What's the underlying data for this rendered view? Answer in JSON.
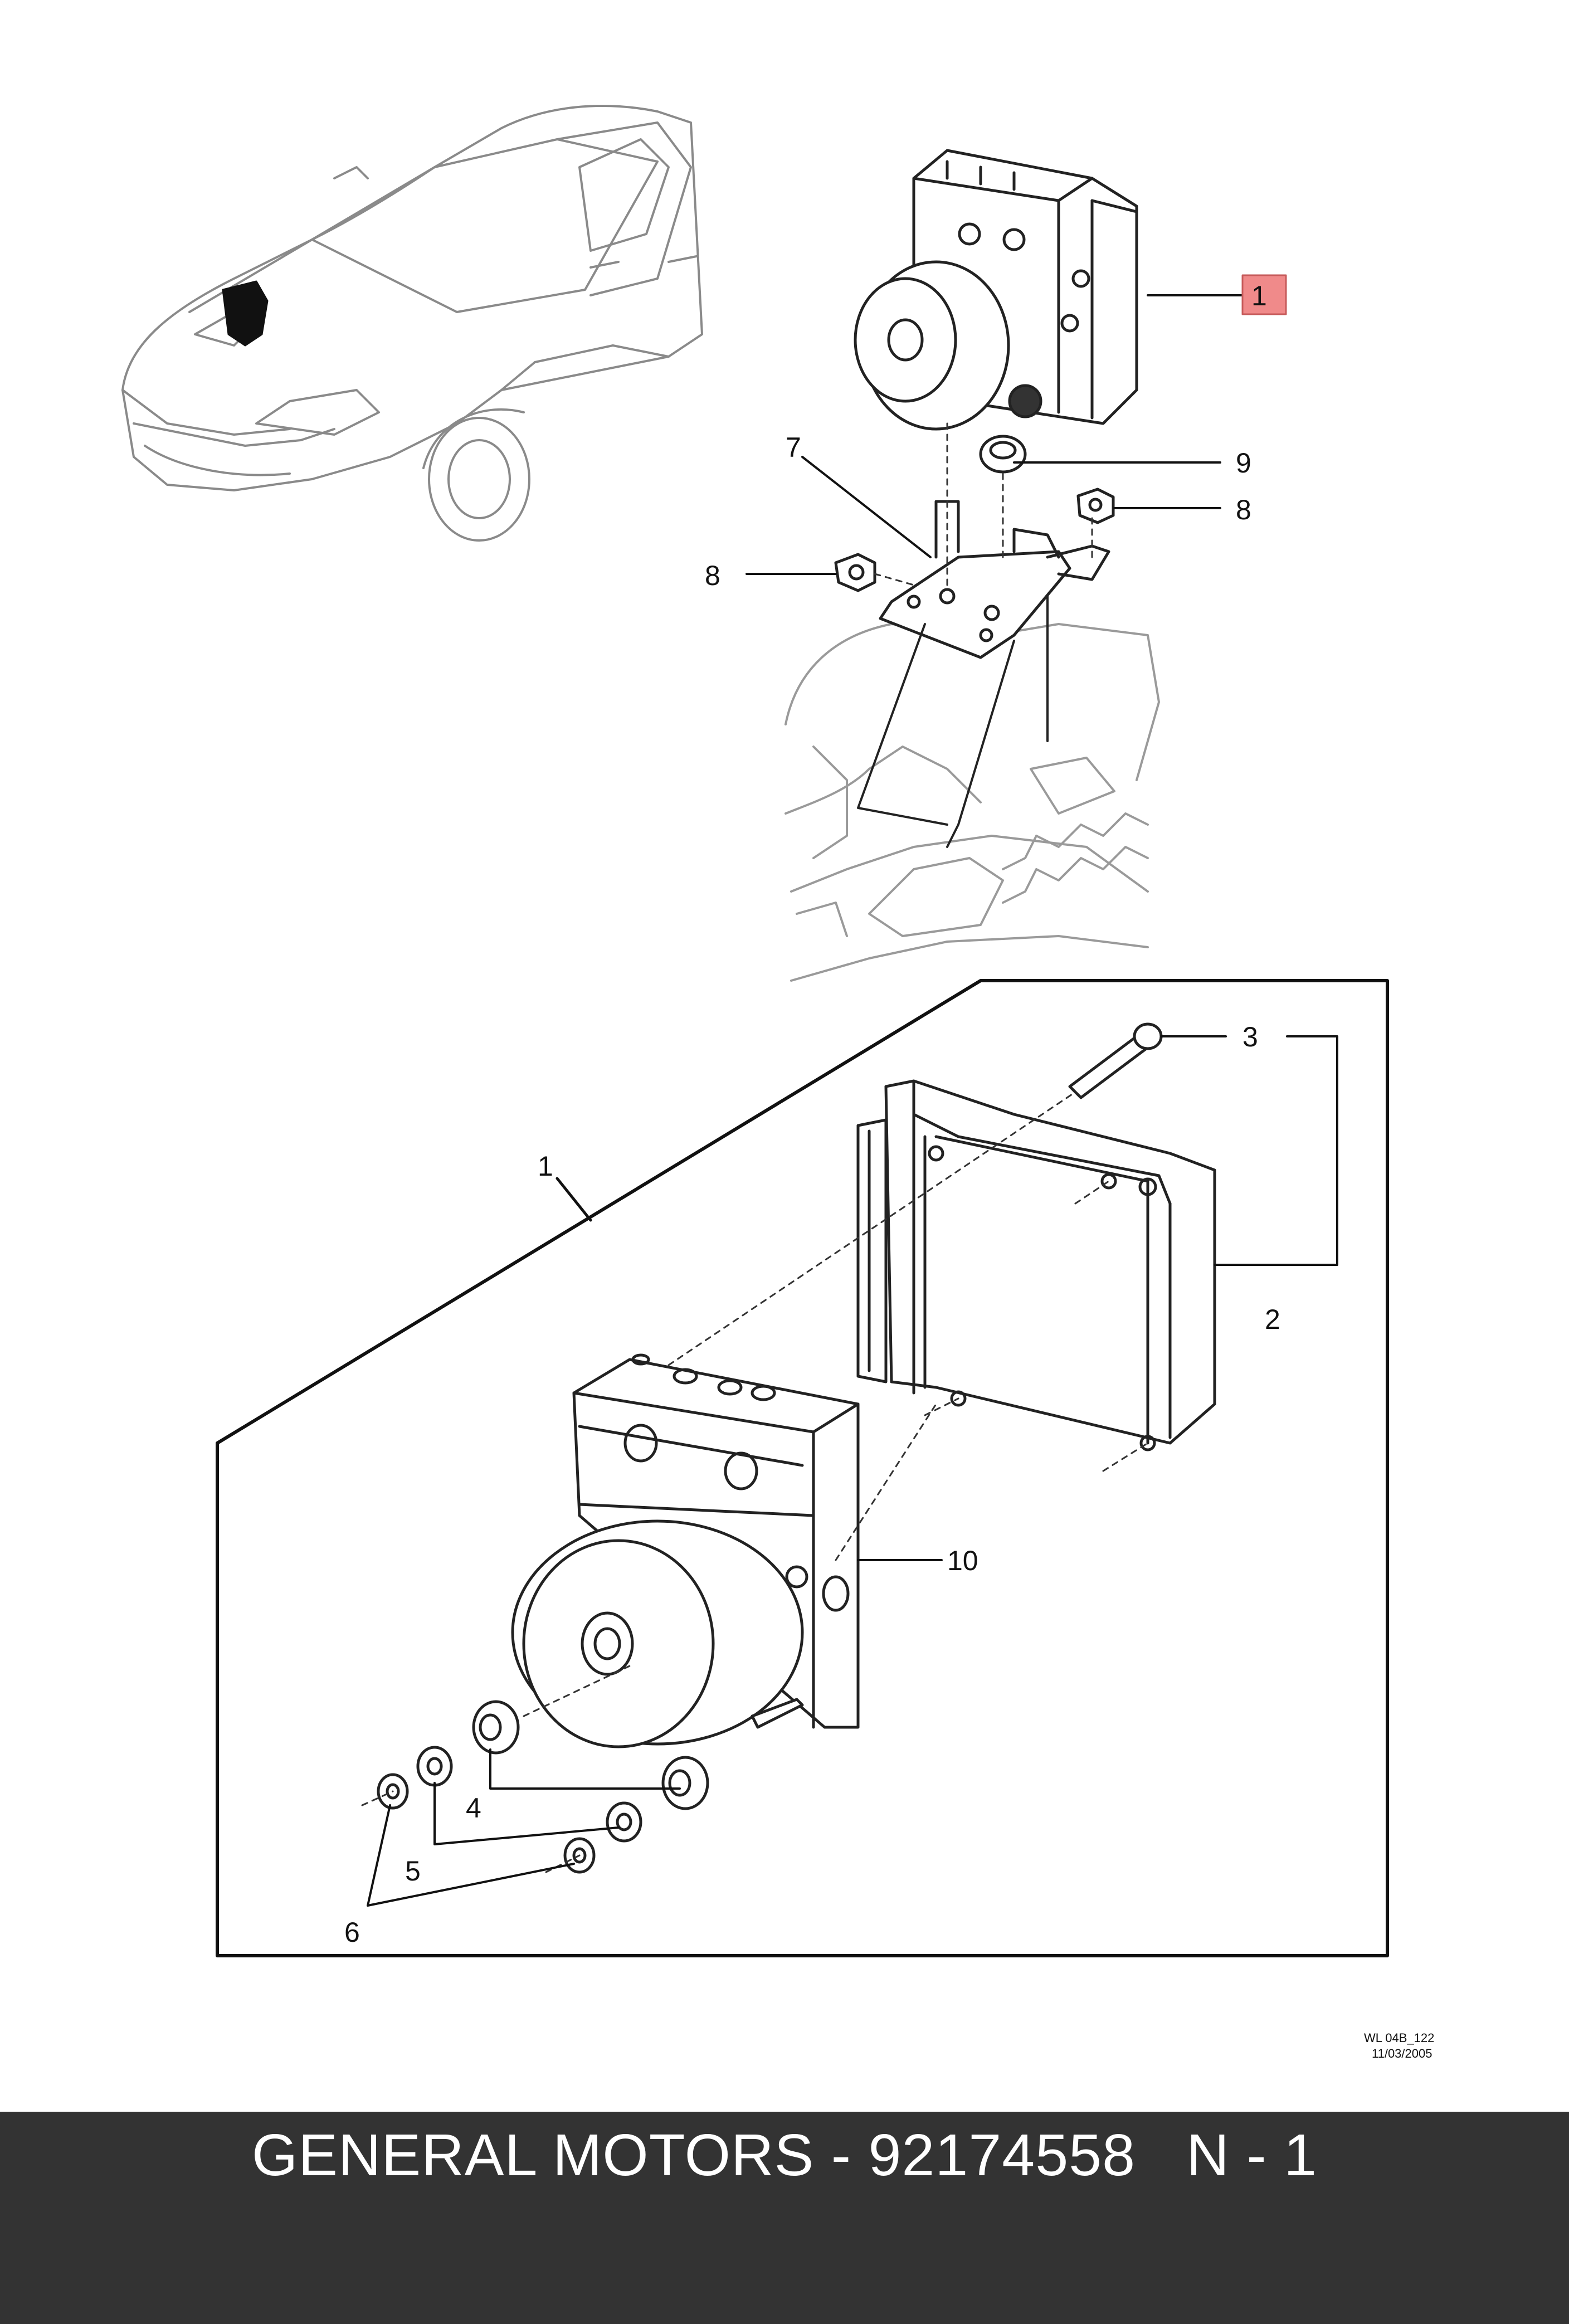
{
  "diagram": {
    "callouts": {
      "c1_top": "1",
      "c9": "9",
      "c8_right": "8",
      "c7": "7",
      "c8_left": "8",
      "c3": "3",
      "c1_detail": "1",
      "c2": "2",
      "c10": "10",
      "c4": "4",
      "c5": "5",
      "c6": "6"
    },
    "stamp": {
      "code": "WL 04B_122",
      "date": "11/03/2005"
    },
    "highlight_color": "#f08a8a"
  },
  "footer": {
    "title": "GENERAL MOTORS - 92174558   N - 1"
  }
}
